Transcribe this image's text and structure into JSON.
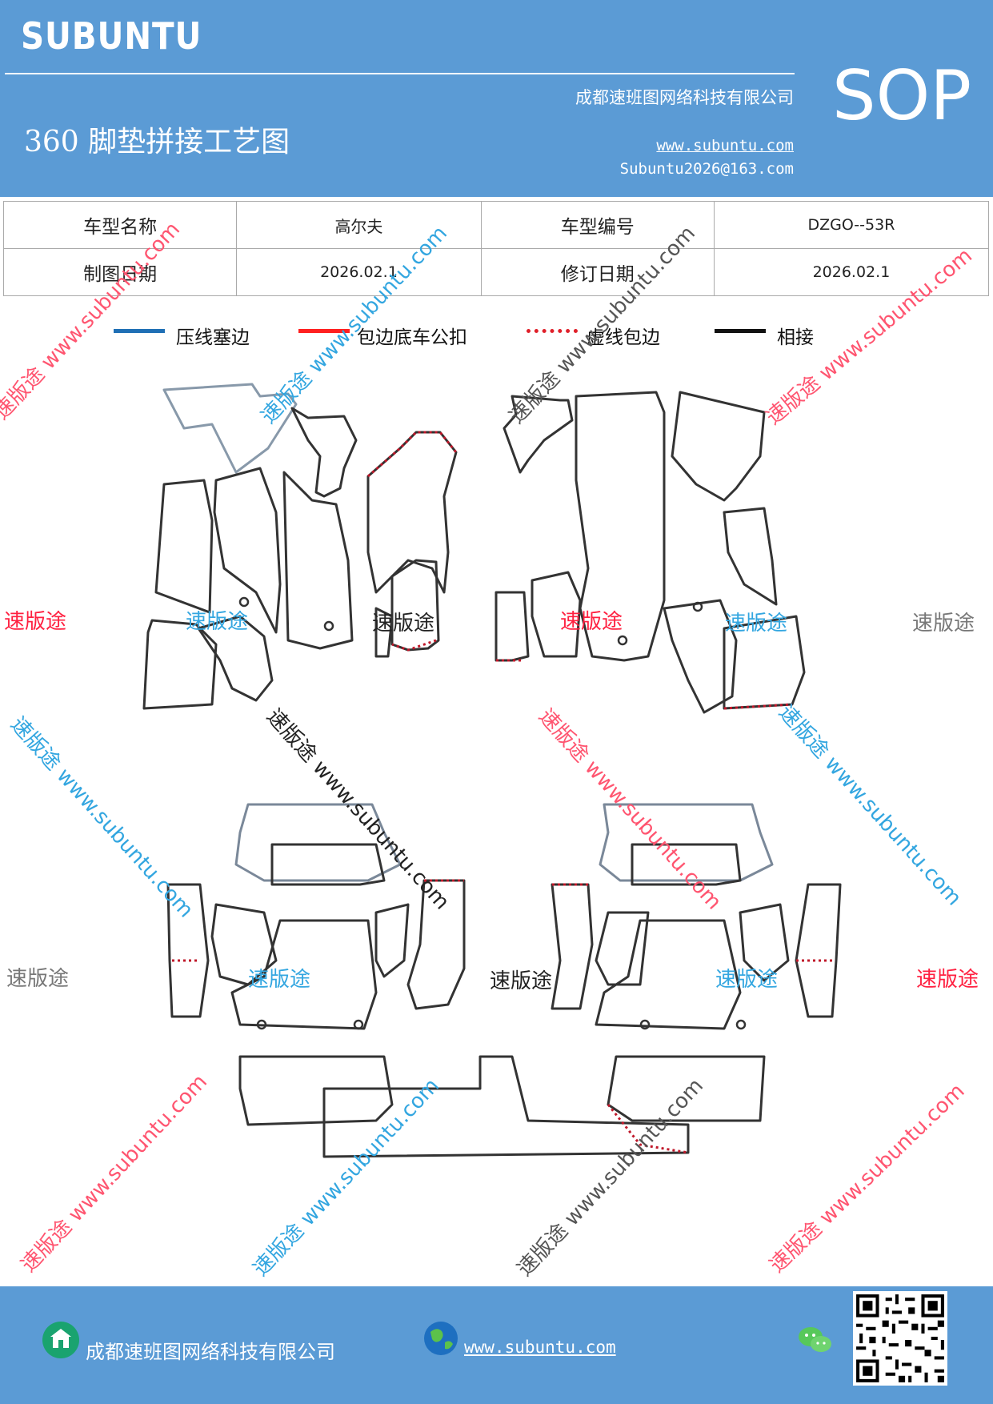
{
  "header": {
    "brand": "SUBUNTU",
    "sop": "SOP",
    "title": "360 脚垫拼接工艺图",
    "company": "成都速班图网络科技有限公司",
    "url": "www.subuntu.com",
    "email": "Subuntu2026@163.com"
  },
  "info": {
    "model_name_label": "车型名称",
    "model_name_value": "高尔夫",
    "model_code_label": "车型编号",
    "model_code_value": "DZGO--53R",
    "draw_date_label": "制图日期",
    "draw_date_value": "2026.02.1",
    "revise_date_label": "修订日期",
    "revise_date_value": "2026.02.1"
  },
  "legend": [
    {
      "label": "压线塞边",
      "color": "#1f6fb5",
      "style": "solid"
    },
    {
      "label": "包边底车公扣",
      "color": "#ff2020",
      "style": "solid"
    },
    {
      "label": "虚线包边",
      "color": "#e0202a",
      "style": "dotted"
    },
    {
      "label": "相接",
      "color": "#111111",
      "style": "solid"
    }
  ],
  "watermark": {
    "brand": "速版途",
    "diag": "速版途 www.subuntu.com"
  },
  "footer": {
    "company": "成都速班图网络科技有限公司",
    "url": "www.subuntu.com"
  }
}
